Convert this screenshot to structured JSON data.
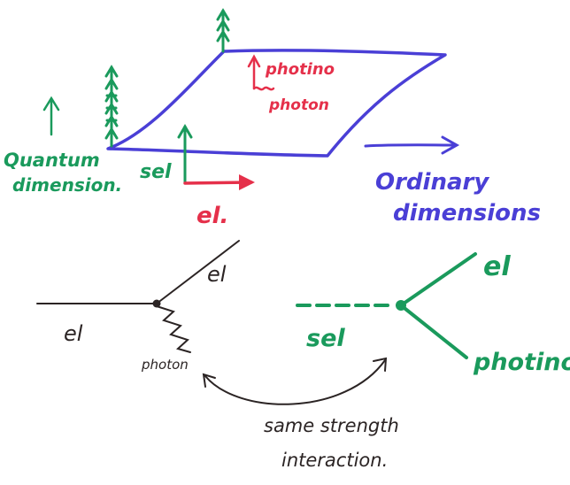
{
  "colors": {
    "green": "#1a9a5c",
    "blue": "#4a3fd6",
    "red": "#e5304a",
    "black": "#2b2424"
  },
  "labels": {
    "quantum_line1": "Quantum",
    "quantum_line2": "dimension.",
    "ordinary_line1": "Ordinary",
    "ordinary_line2": "dimensions",
    "photino_top": "photino",
    "photon_top": "photon",
    "sel_top": "sel",
    "el_top": "el.",
    "left_el_in": "el",
    "left_el_out": "el",
    "left_photon": "photon",
    "right_sel": "sel",
    "right_el": "el",
    "right_photino": "photino",
    "same_line1": "same strength",
    "same_line2": "interaction."
  }
}
